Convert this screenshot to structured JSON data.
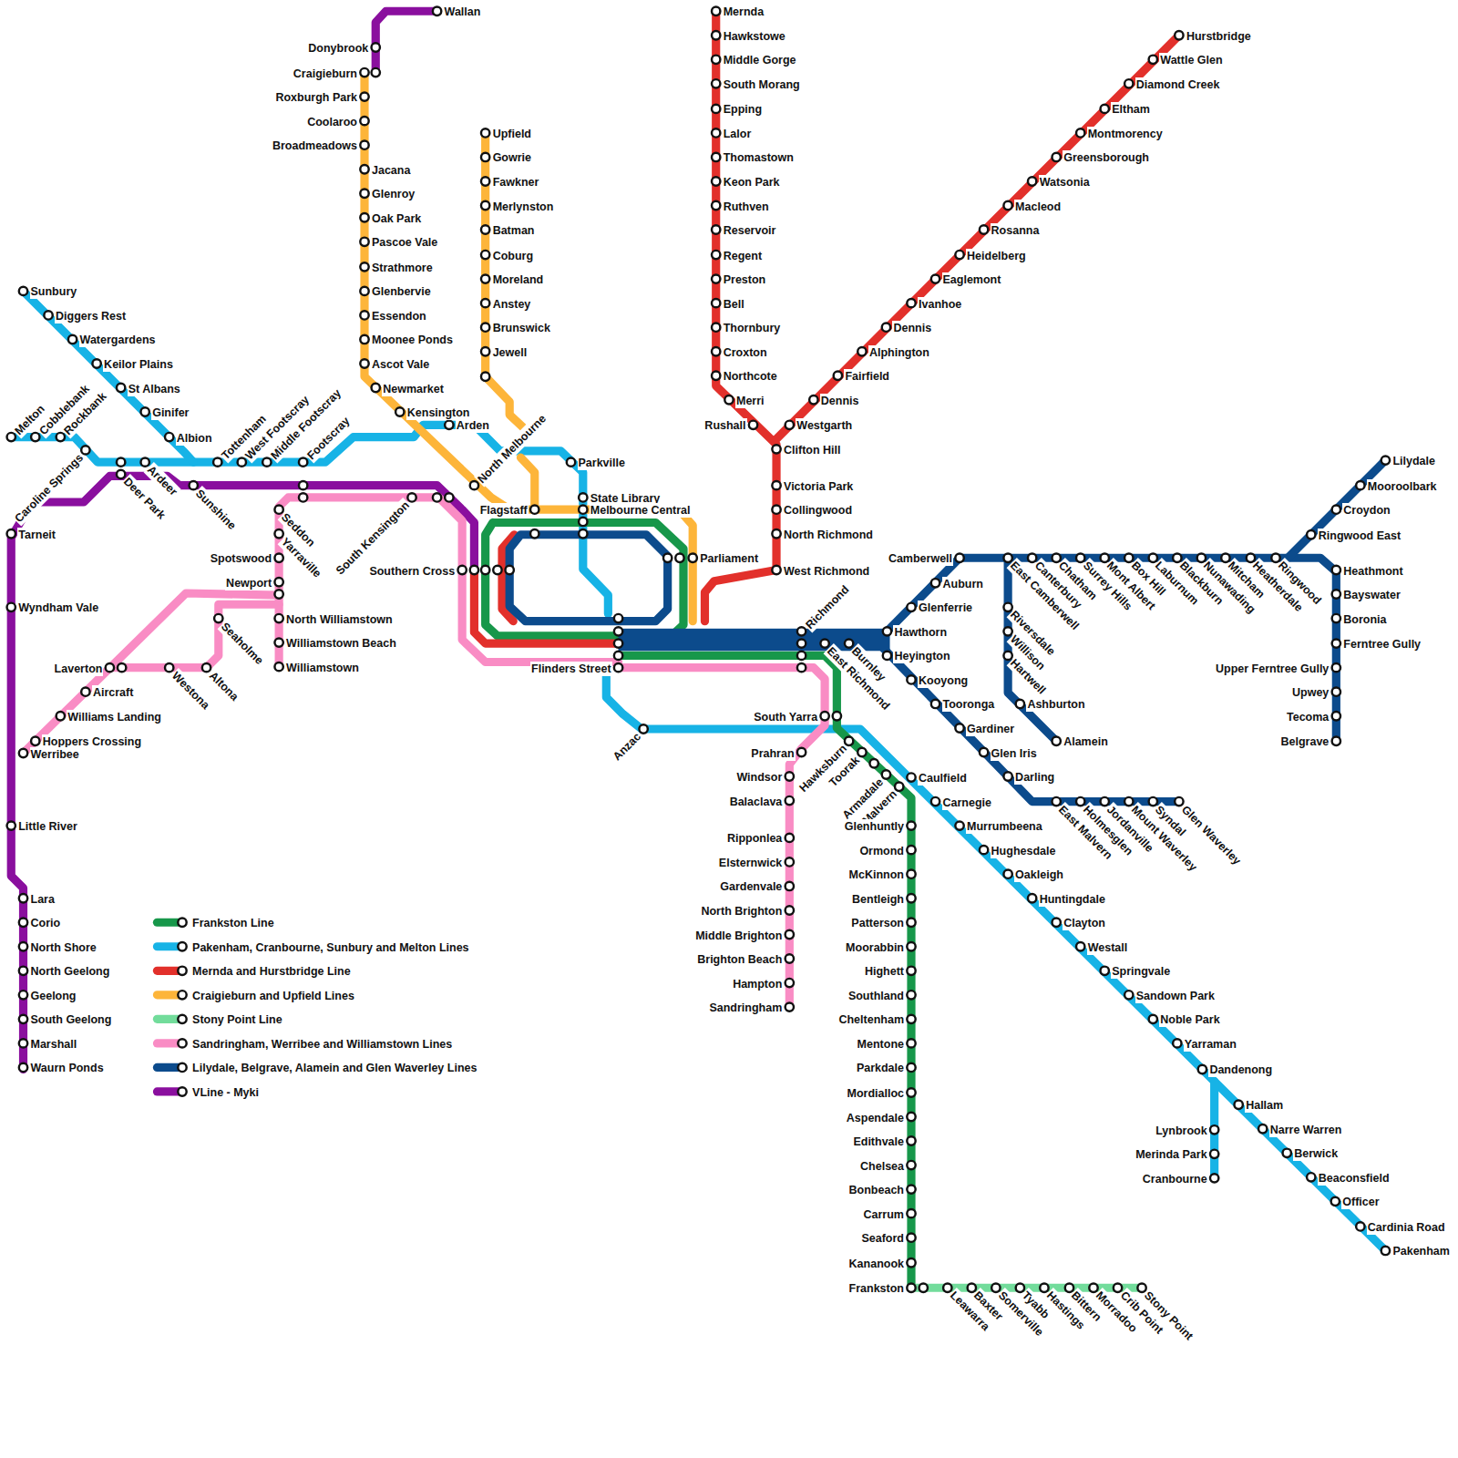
{
  "diagram": {
    "labels": [
      "Wallan",
      "Donybrook",
      "Craigieburn",
      "Roxburgh Park",
      "Coolaroo",
      "Broadmeadows",
      "Jacana",
      "Glenroy",
      "Oak Park",
      "Pascoe Vale",
      "Strathmore",
      "Glenbervie",
      "Essendon",
      "Moonee Ponds",
      "Ascot Vale",
      "Newmarket",
      "Kensington",
      "Arden",
      "North Melbourne",
      "Upfield",
      "Gowrie",
      "Fawkner",
      "Merlynston",
      "Batman",
      "Coburg",
      "Moreland",
      "Anstey",
      "Brunswick",
      "Jewell",
      "Parkville",
      "State Library",
      "Melbourne Central",
      "Flagstaff",
      "Parliament",
      "Southern Cross",
      "Flinders Street",
      "Mernda",
      "Hawkstowe",
      "Middle Gorge",
      "South Morang",
      "Epping",
      "Lalor",
      "Thomastown",
      "Keon Park",
      "Ruthven",
      "Reservoir",
      "Regent",
      "Preston",
      "Bell",
      "Thornbury",
      "Croxton",
      "Northcote",
      "Merri",
      "Rushall",
      "Westgarth",
      "Clifton Hill",
      "Victoria Park",
      "Collingwood",
      "North Richmond",
      "West Richmond",
      "Dennis",
      "Fairfield",
      "Alphington",
      "Dennis",
      "Ivanhoe",
      "Eaglemont",
      "Heidelberg",
      "Rosanna",
      "Macleod",
      "Watsonia",
      "Greensborough",
      "Montmorency",
      "Eltham",
      "Diamond Creek",
      "Wattle Glen",
      "Hurstbridge",
      "Sunbury",
      "Diggers Rest",
      "Watergardens",
      "Keilor Plains",
      "St Albans",
      "Ginifer",
      "Albion",
      "Melton",
      "Cobblebank",
      "Rockbank",
      "Caroline Springs",
      "Tarneit",
      "Deer Park",
      "Ardeer",
      "Sunshine",
      "Tottenham",
      "West Footscray",
      "Middle Footscray",
      "Footscray",
      "Seddon",
      "Yarraville",
      "Spotswood",
      "Newport",
      "North Williamstown",
      "Williamstown Beach",
      "Williamstown",
      "South Kensington",
      "Seaholme",
      "Laverton",
      "Westona",
      "Altona",
      "Aircraft",
      "Williams Landing",
      "Hoppers Crossing",
      "Werribee",
      "Wyndham Vale",
      "Little River",
      "Lara",
      "Corio",
      "North Shore",
      "North Geelong",
      "Geelong",
      "South Geelong",
      "Marshall",
      "Waurn Ponds",
      "Richmond",
      "East Richmond",
      "Burnley",
      "South Yarra",
      "Anzac",
      "Prahran",
      "Windsor",
      "Balaclava",
      "Ripponlea",
      "Elsternwick",
      "Gardenvale",
      "North Brighton",
      "Middle Brighton",
      "Brighton Beach",
      "Hampton",
      "Sandringham",
      "Hawksburn",
      "Toorak",
      "Armadale",
      "Malvern",
      "Caulfield",
      "Glenhuntly",
      "Ormond",
      "McKinnon",
      "Bentleigh",
      "Patterson",
      "Moorabbin",
      "Highett",
      "Southland",
      "Cheltenham",
      "Mentone",
      "Parkdale",
      "Mordialloc",
      "Aspendale",
      "Edithvale",
      "Chelsea",
      "Bonbeach",
      "Carrum",
      "Seaford",
      "Kananook",
      "Frankston",
      "Leawarra",
      "Baxter",
      "Somerville",
      "Tyabb",
      "Hastings",
      "Bittern",
      "Morradoo",
      "Crib Point",
      "Stony Point",
      "Carnegie",
      "Murrumbeena",
      "Hughesdale",
      "Oakleigh",
      "Huntingdale",
      "Clayton",
      "Westall",
      "Springvale",
      "Sandown Park",
      "Noble Park",
      "Yarraman",
      "Dandenong",
      "Hallam",
      "Narre Warren",
      "Berwick",
      "Beaconsfield",
      "Officer",
      "Cardinia Road",
      "Pakenham",
      "Lynbrook",
      "Merinda Park",
      "Cranbourne",
      "Hawthorn",
      "Glenferrie",
      "Auburn",
      "Camberwell",
      "East Camberwell",
      "Canterbury",
      "Chatham",
      "Surrey Hills",
      "Mont Albert",
      "Box Hill",
      "Laburnum",
      "Blackburn",
      "Nunawading",
      "Mitcham",
      "Heatherdale",
      "Ringwood",
      "Ringwood East",
      "Croydon",
      "Mooroolbark",
      "Lilydale",
      "Heathmont",
      "Bayswater",
      "Boronia",
      "Ferntree Gully",
      "Upper Ferntree Gully",
      "Upwey",
      "Tecoma",
      "Belgrave",
      "Riversdale",
      "Willison",
      "Hartwell",
      "Ashburton",
      "Alamein",
      "Heyington",
      "Kooyong",
      "Tooronga",
      "Gardiner",
      "Glen Iris",
      "Darling",
      "East Malvern",
      "Holmesglen",
      "Jordanville",
      "Mount Waverley",
      "Syndal",
      "Glen Waverley"
    ],
    "legend": [
      {
        "text": "Frankston Line",
        "color": "#17974a"
      },
      {
        "text": "Pakenham, Cranbourne, Sunbury and Melton Lines",
        "color": "#17b3e6"
      },
      {
        "text": "Mernda and Hurstbridge Line",
        "color": "#e2302b"
      },
      {
        "text": "Craigieburn and Upfield Lines",
        "color": "#fdb53a"
      },
      {
        "text": "Stony Point Line",
        "color": "#72dc9b"
      },
      {
        "text": "Sandringham, Werribee and Williamstown Lines",
        "color": "#f98cc4"
      },
      {
        "text": "Lilydale, Belgrave, Alamein and Glen Waverley Lines",
        "color": "#0c4b8c"
      },
      {
        "text": "VLine - Myki",
        "color": "#8a0f9e"
      }
    ]
  }
}
